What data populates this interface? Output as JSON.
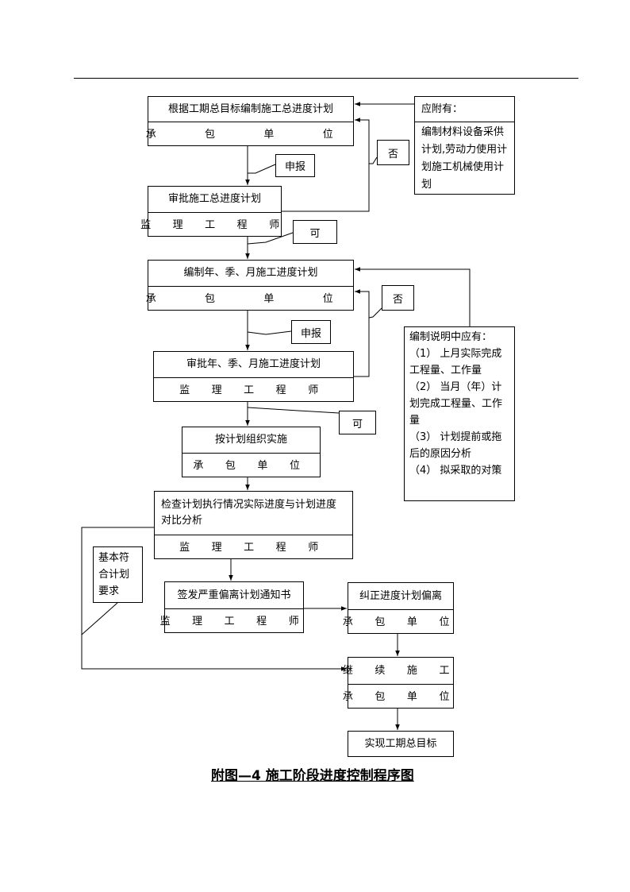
{
  "nodes": {
    "n1": {
      "title": "根据工期总目标编制施工总进度计划",
      "role": "承  包  单  位"
    },
    "n2": {
      "title": "审批施工总进度计划",
      "role": "监 理 工 程 师"
    },
    "n3": {
      "title": "编制年、季、月施工进度计划",
      "role": "承 包 单 位"
    },
    "n4": {
      "title": "审批年、季、月施工进度计划",
      "role": "监 理 工 程 师"
    },
    "n5": {
      "title": "按计划组织实施",
      "role": "承 包 单 位"
    },
    "n6": {
      "title": "检查计划执行情况实际进度与计划进度对比分析",
      "role": "监 理 工 程 师"
    },
    "n7": {
      "title": "签发严重偏离计划通知书",
      "role": "监 理 工 程 师"
    },
    "n8": {
      "title": "纠正进度计划偏离",
      "role": "承 包 单 位"
    },
    "n9": {
      "title": "继 续 施 工",
      "role": "承 包 单 位"
    },
    "n10": {
      "title": "实现工期总目标"
    }
  },
  "notes": {
    "attach_heading": "应附有：",
    "attach_body": "编制材料设备采供计划,劳动力使用计划施工机械使用计划",
    "explain_lines": [
      "编制说明中应有：",
      "（1）  上月实际完成工程量、工作量",
      "（2）  当月（年）计划完成工程量、工作量",
      "（3）  计划提前或拖后的原因分析",
      "（4）  拟采取的对策"
    ]
  },
  "callouts": {
    "report1": "申报",
    "report2": "申报",
    "no1": "否",
    "no2": "否",
    "yes1": "可",
    "yes2": "可",
    "conform": "基本符合计划要求"
  },
  "caption": "附图—4  施工阶段进度控制程序图"
}
